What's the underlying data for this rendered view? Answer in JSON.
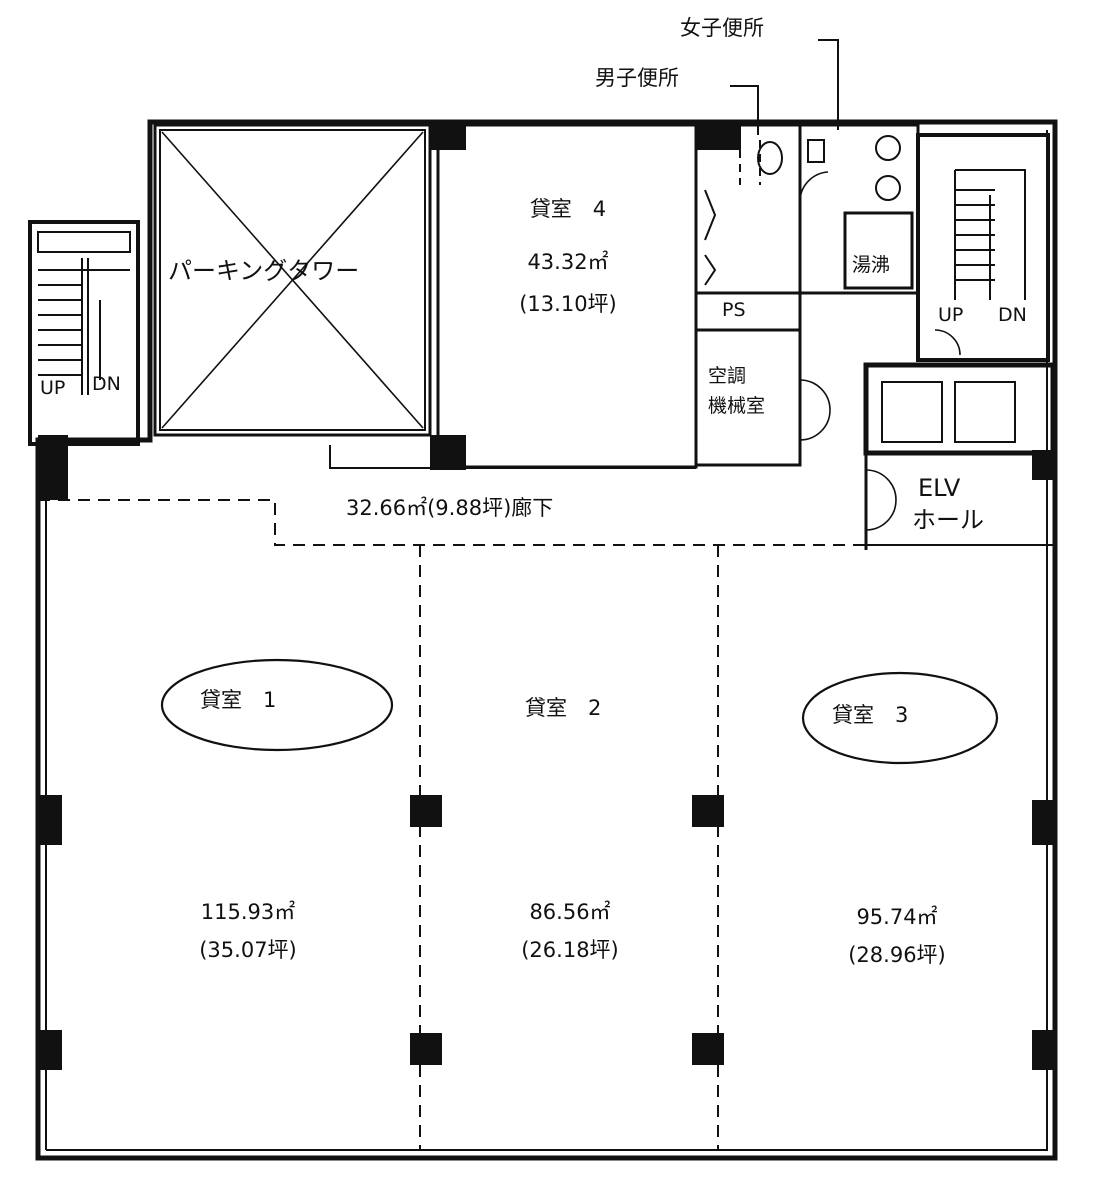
{
  "plan": {
    "annotations": {
      "womens_toilet": "女子便所",
      "mens_toilet": "男子便所"
    },
    "rooms": {
      "parking_tower": "パーキングタワー",
      "room4": {
        "name": "貸室　4",
        "area_m2": "43.32㎡",
        "area_tsubo": "(13.10坪)"
      },
      "room1": {
        "name": "貸室　1",
        "area_m2": "115.93㎡",
        "area_tsubo": "(35.07坪)"
      },
      "room2": {
        "name": "貸室　2",
        "area_m2": "86.56㎡",
        "area_tsubo": "(26.18坪)"
      },
      "room3": {
        "name": "貸室　3",
        "area_m2": "95.74㎡",
        "area_tsubo": "(28.96坪)"
      },
      "ps": "PS",
      "hvac_room": {
        "line1": "空調",
        "line2": "機械室"
      },
      "kitchenette": "湯沸",
      "elevator_hall": {
        "line1": "ELV",
        "line2": "ホール"
      },
      "corridor": "32.66㎡(9.88坪)廊下"
    },
    "stairs": {
      "left": {
        "up": "UP",
        "dn": "DN"
      },
      "right": {
        "up": "UP",
        "dn": "DN"
      }
    }
  },
  "style": {
    "ink": "#111111",
    "paper": "#ffffff"
  }
}
